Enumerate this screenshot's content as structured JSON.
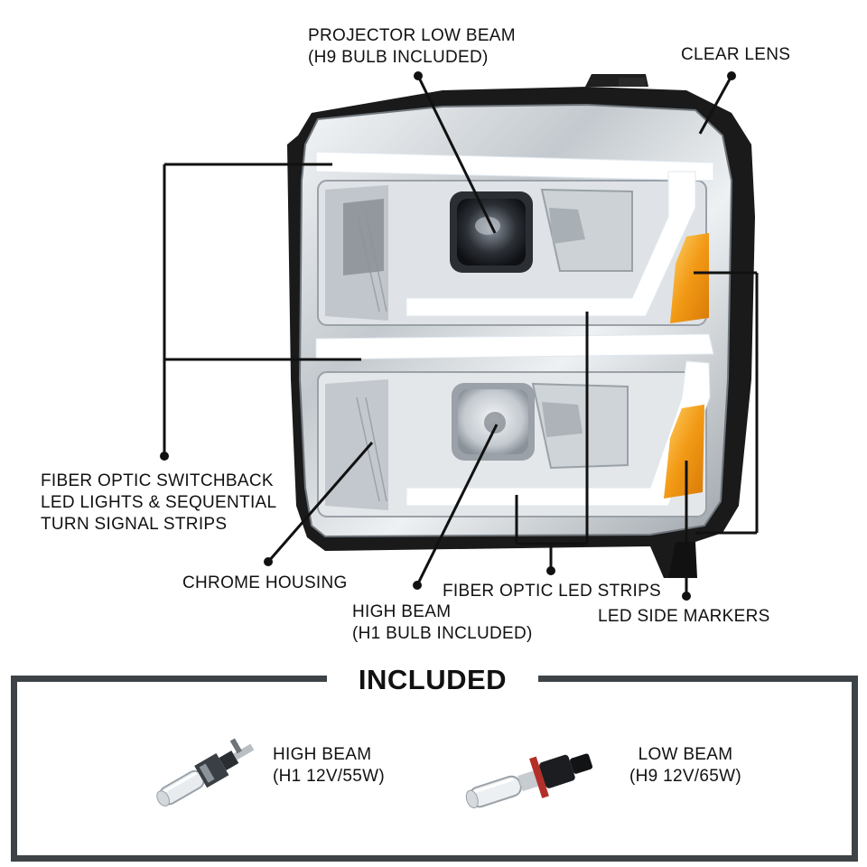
{
  "callouts": {
    "projector_low_beam": [
      "PROJECTOR LOW BEAM",
      "(H9 BULB INCLUDED)"
    ],
    "clear_lens": "CLEAR LENS",
    "fiber_optic_switchback": [
      "FIBER OPTIC SWITCHBACK",
      "LED LIGHTS & SEQUENTIAL",
      "TURN SIGNAL STRIPS"
    ],
    "chrome_housing": "CHROME HOUSING",
    "high_beam": [
      "HIGH BEAM",
      "(H1 BULB INCLUDED)"
    ],
    "fiber_optic_led_strips": "FIBER OPTIC LED STRIPS",
    "led_side_markers": "LED SIDE MARKERS"
  },
  "included": {
    "title": "INCLUDED",
    "items": [
      {
        "name": "HIGH BEAM",
        "spec": "(H1 12V/55W)",
        "icon": "h1-bulb-icon"
      },
      {
        "name": "LOW BEAM",
        "spec": "(H9 12V/65W)",
        "icon": "h9-bulb-icon"
      }
    ]
  },
  "colors": {
    "housing": "#1a1a1a",
    "chrome": "#c9ced3",
    "led_strip": "#ffffff",
    "amber": "#f29a16",
    "leader_lines": "#111111",
    "box_border": "#3d4347"
  }
}
